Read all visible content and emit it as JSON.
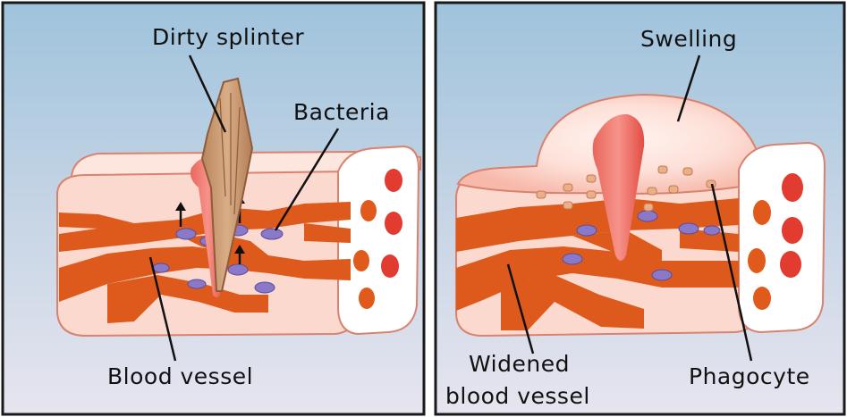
{
  "left_panel": {
    "labels": {
      "splinter": "Dirty splinter",
      "bacteria": "Bacteria",
      "vessel": "Blood vessel"
    }
  },
  "right_panel": {
    "labels": {
      "swelling": "Swelling",
      "vessel_line1": "Widened",
      "vessel_line2": "blood vessel",
      "phagocyte": "Phagocyte"
    }
  },
  "colors": {
    "sky_top": "#9fc3dc",
    "sky_bottom": "#e4e4ee",
    "tissue": "#fbd9cf",
    "vessel": "#de5a1c",
    "vessel_dot": "#e23b2f",
    "bacteria": "#8a78c8",
    "splinter": "#c89a74",
    "wound": "#e8524a",
    "phagocyte": "#e9b08a",
    "border": "#1a1a1a"
  }
}
